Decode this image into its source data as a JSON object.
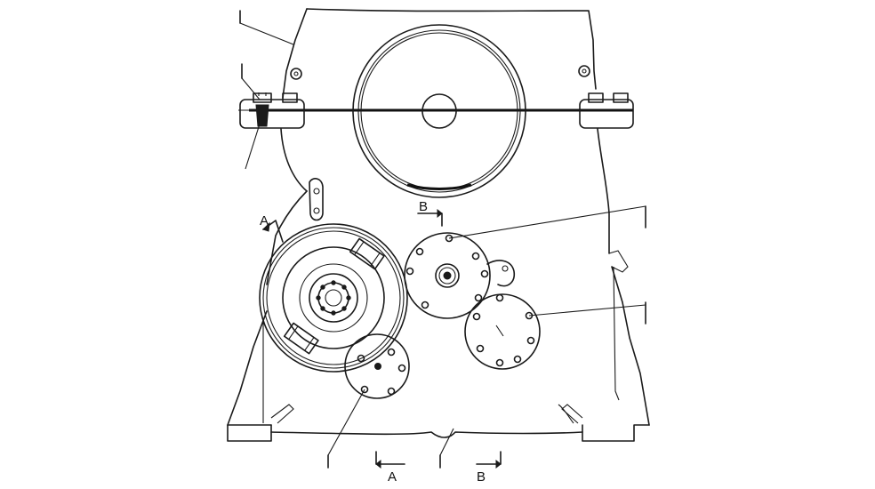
{
  "section_marks": {
    "a_top": "A",
    "b_top": "B",
    "a_bottom": "A",
    "b_bottom": "B"
  },
  "colors": {
    "line": "#1a1a1a",
    "background": "#ffffff"
  }
}
